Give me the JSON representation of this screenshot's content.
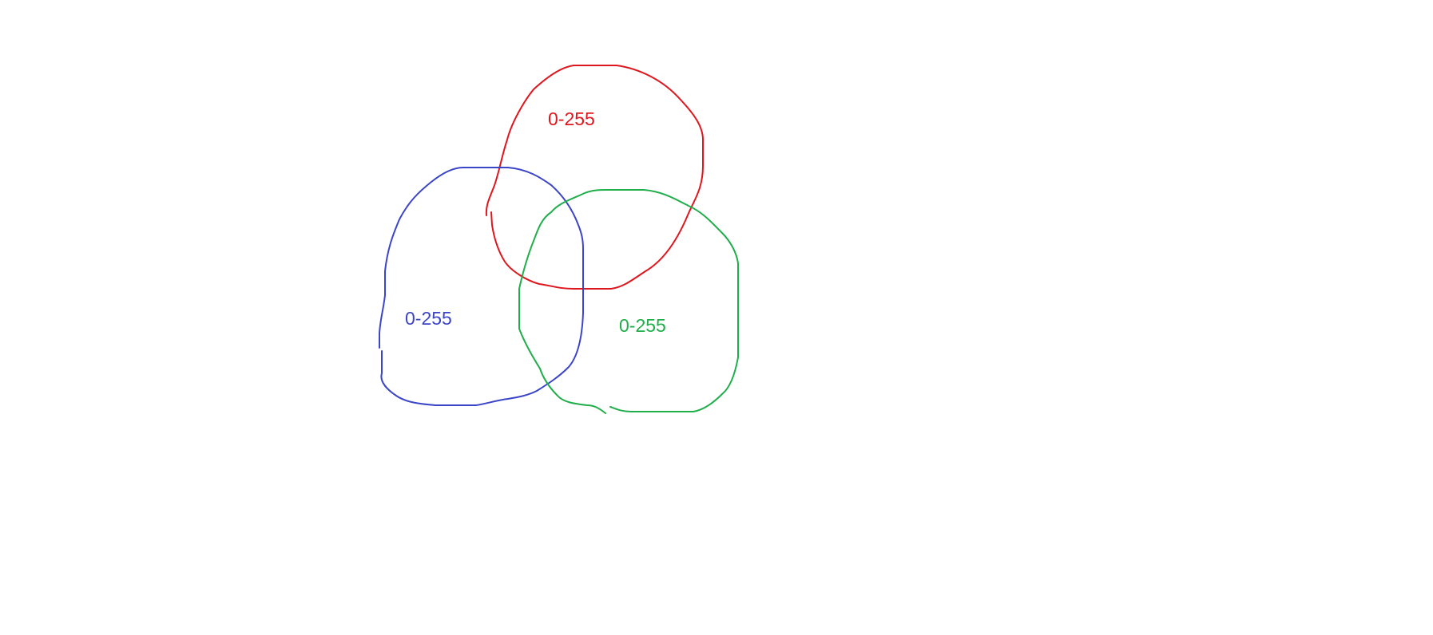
{
  "diagram": {
    "shapes": [
      {
        "id": "red",
        "label": "0-255",
        "color": "#e0161e"
      },
      {
        "id": "blue",
        "label": "0-255",
        "color": "#3b45c8"
      },
      {
        "id": "green",
        "label": "0-255",
        "color": "#1fae4a"
      }
    ]
  }
}
